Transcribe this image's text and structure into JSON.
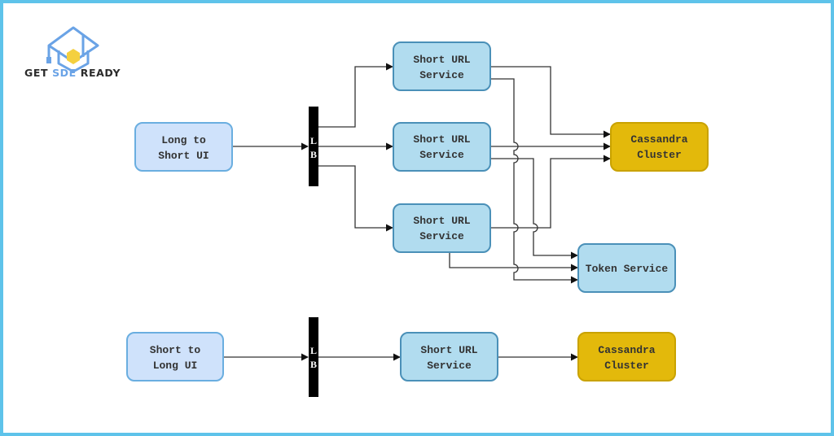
{
  "brand": {
    "name_part1": "GET ",
    "name_part2": "SDE",
    "name_part3": " READY",
    "logo_icon": "graduation-cap-hexagon-icon",
    "colors": {
      "blue": "#6aa3e6",
      "yellow": "#f4d03f",
      "dark": "#2b2b2b"
    }
  },
  "colors": {
    "frame": "#5ec3ea",
    "ui_fill": "#cfe2fb",
    "ui_stroke": "#6aaee0",
    "service_fill": "#b1dcef",
    "service_stroke": "#4a90b8",
    "db_fill": "#e3b90b",
    "db_stroke": "#c9a200",
    "lb_fill": "#000000",
    "edge": "#333333"
  },
  "diagram": {
    "top_flow": {
      "client": {
        "line1": "Long to",
        "line2": "Short UI"
      },
      "load_balancer": {
        "line1": "L",
        "line2": "B"
      },
      "services": [
        {
          "line1": "Short URL",
          "line2": "Service"
        },
        {
          "line1": "Short URL",
          "line2": "Service"
        },
        {
          "line1": "Short URL",
          "line2": "Service"
        }
      ],
      "database": {
        "line1": "Cassandra",
        "line2": "Cluster"
      },
      "token_service": {
        "label": "Token Service"
      }
    },
    "bottom_flow": {
      "client": {
        "line1": "Short to",
        "line2": "Long UI"
      },
      "load_balancer": {
        "line1": "L",
        "line2": "B"
      },
      "service": {
        "line1": "Short URL",
        "line2": "Service"
      },
      "database": {
        "line1": "Cassandra",
        "line2": "Cluster"
      }
    }
  }
}
